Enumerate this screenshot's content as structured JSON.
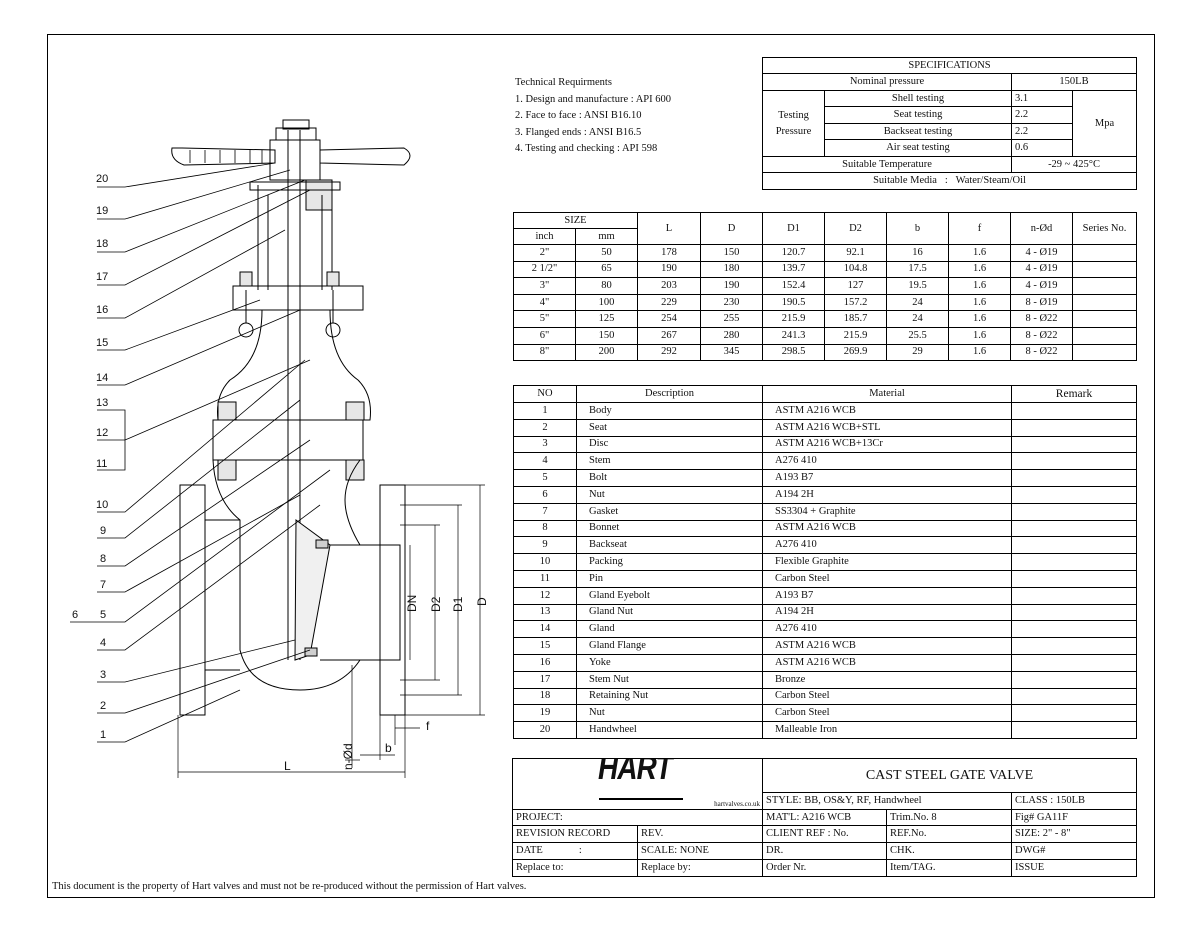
{
  "technical": {
    "title": "Technical Requirments",
    "items": [
      "1. Design and manufacture : API 600",
      "2. Face to face : ANSI B16.10",
      "3. Flanged ends : ANSI B16.5",
      "4. Testing and checking : API 598"
    ]
  },
  "specs": {
    "title": "SPECIFICATIONS",
    "nominal_label": "Nominal pressure",
    "nominal_value": "150LB",
    "testing_label_1": "Testing",
    "testing_label_2": "Pressure",
    "tests": [
      {
        "label": "Shell testing",
        "value": "3.1"
      },
      {
        "label": "Seat testing",
        "value": "2.2"
      },
      {
        "label": "Backseat testing",
        "value": "2.2"
      },
      {
        "label": "Air seat testing",
        "value": "0.6"
      }
    ],
    "unit": "Mpa",
    "temp_label": "Suitable Temperature",
    "temp_value": "-29 ~ 425°C",
    "media_label": "Suitable Media",
    "media_sep": ":",
    "media_value": "Water/Steam/Oil"
  },
  "dims": {
    "size_label": "SIZE",
    "sub_headers": [
      "inch",
      "mm"
    ],
    "headers": [
      "L",
      "D",
      "D1",
      "D2",
      "b",
      "f",
      "n-Ød",
      "Series No."
    ],
    "rows": [
      [
        "2\"",
        "50",
        "178",
        "150",
        "120.7",
        "92.1",
        "16",
        "1.6",
        "4 - Ø19",
        ""
      ],
      [
        "2 1/2\"",
        "65",
        "190",
        "180",
        "139.7",
        "104.8",
        "17.5",
        "1.6",
        "4 - Ø19",
        ""
      ],
      [
        "3\"",
        "80",
        "203",
        "190",
        "152.4",
        "127",
        "19.5",
        "1.6",
        "4 - Ø19",
        ""
      ],
      [
        "4\"",
        "100",
        "229",
        "230",
        "190.5",
        "157.2",
        "24",
        "1.6",
        "8 - Ø19",
        ""
      ],
      [
        "5\"",
        "125",
        "254",
        "255",
        "215.9",
        "185.7",
        "24",
        "1.6",
        "8 - Ø22",
        ""
      ],
      [
        "6\"",
        "150",
        "267",
        "280",
        "241.3",
        "215.9",
        "25.5",
        "1.6",
        "8 - Ø22",
        ""
      ],
      [
        "8\"",
        "200",
        "292",
        "345",
        "298.5",
        "269.9",
        "29",
        "1.6",
        "8 - Ø22",
        ""
      ]
    ]
  },
  "parts": {
    "headers": [
      "NO",
      "Description",
      "Material",
      "Remark"
    ],
    "rows": [
      [
        "1",
        "Body",
        "ASTM A216 WCB",
        ""
      ],
      [
        "2",
        "Seat",
        "ASTM A216 WCB+STL",
        ""
      ],
      [
        "3",
        "Disc",
        "ASTM A216 WCB+13Cr",
        ""
      ],
      [
        "4",
        "Stem",
        "A276 410",
        ""
      ],
      [
        "5",
        "Bolt",
        "A193 B7",
        ""
      ],
      [
        "6",
        "Nut",
        "A194 2H",
        ""
      ],
      [
        "7",
        "Gasket",
        "SS3304 + Graphite",
        ""
      ],
      [
        "8",
        "Bonnet",
        "ASTM A216 WCB",
        ""
      ],
      [
        "9",
        "Backseat",
        "A276 410",
        ""
      ],
      [
        "10",
        "Packing",
        "Flexible Graphite",
        ""
      ],
      [
        "11",
        "Pin",
        "Carbon Steel",
        ""
      ],
      [
        "12",
        "Gland Eyebolt",
        "A193 B7",
        ""
      ],
      [
        "13",
        "Gland Nut",
        "A194 2H",
        ""
      ],
      [
        "14",
        "Gland",
        "A276 410",
        ""
      ],
      [
        "15",
        "Gland Flange",
        "ASTM A216 WCB",
        ""
      ],
      [
        "16",
        "Yoke",
        "ASTM A216 WCB",
        ""
      ],
      [
        "17",
        "Stem Nut",
        "Bronze",
        ""
      ],
      [
        "18",
        "Retaining Nut",
        "Carbon Steel",
        ""
      ],
      [
        "19",
        "Nut",
        "Carbon Steel",
        ""
      ],
      [
        "20",
        "Handwheel",
        "Malleable Iron",
        ""
      ]
    ]
  },
  "titleblock": {
    "logo": "HART",
    "website": "hartvalves.co.uk",
    "title": "CAST STEEL GATE VALVE",
    "style": "STYLE: BB, OS&Y, RF, Handwheel",
    "class": "CLASS : 150LB",
    "project": "PROJECT:",
    "matl": "MAT'L: A216 WCB",
    "trim": "Trim.No. 8",
    "fig": "Fig# GA11F",
    "revision_record": "REVISION RECORD",
    "rev": "REV.",
    "client_ref": "CLIENT REF : No.",
    "ref_no": "REF.No.",
    "size": "SIZE: 2\" - 8\"",
    "date": "DATE",
    "date_sep": ":",
    "scale": "SCALE: NONE",
    "dr": "DR.",
    "chk": "CHK.",
    "dwg": "DWG#",
    "replace_to": "Replace to:",
    "replace_by": "Replace by:",
    "order_nr": "Order Nr.",
    "item_tag": "Item/TAG.",
    "issue": "ISSUE"
  },
  "drawing": {
    "callouts": [
      "20",
      "19",
      "18",
      "17",
      "16",
      "15",
      "14",
      "13",
      "12",
      "11",
      "10",
      "9",
      "8",
      "7",
      "6",
      "5",
      "4",
      "3",
      "2",
      "1"
    ],
    "dim_labels": [
      "DN",
      "D2",
      "D1",
      "D",
      "f",
      "b",
      "n-Ød",
      "L"
    ]
  },
  "footer": "This document is the property of Hart valves and must not be re-produced without the permission of Hart valves."
}
